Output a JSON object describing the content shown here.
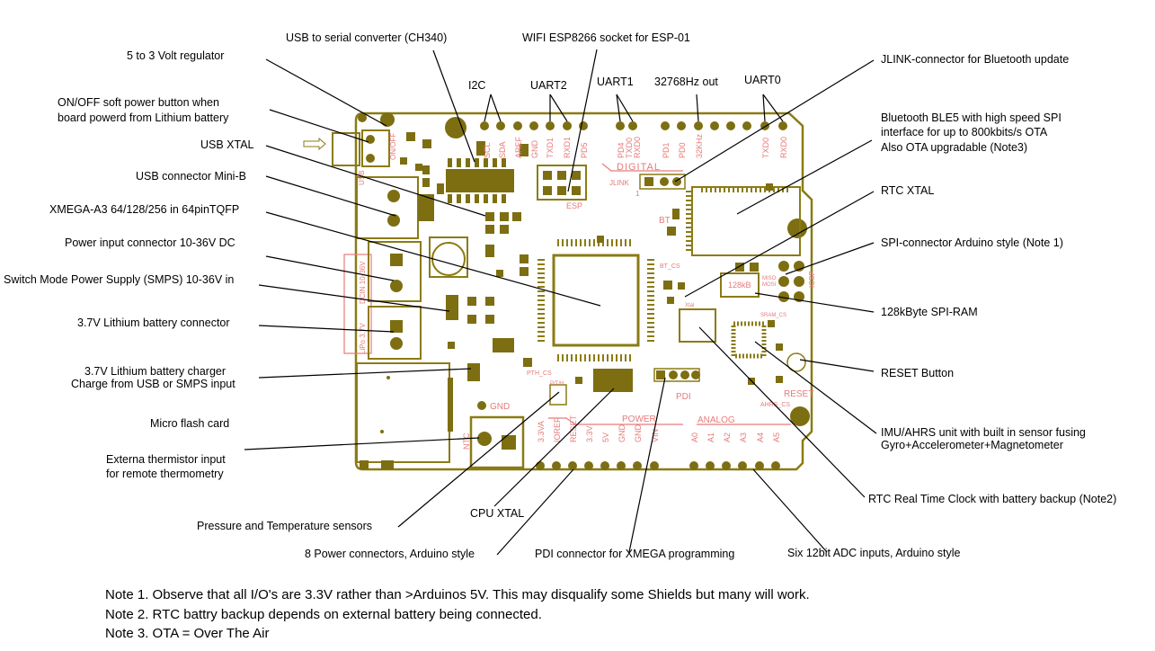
{
  "colors": {
    "copper": "#8b7b14",
    "silk": "#e87a7a",
    "pad": "#7d6e12",
    "leader": "#000000"
  },
  "left_labels": [
    "5 to 3 Volt regulator",
    "ON/OFF soft power button when",
    "board powerd from Lithium battery",
    "USB XTAL",
    "USB connector Mini-B",
    "XMEGA-A3 64/128/256 in 64pinTQFP",
    "Power input connector 10-36V DC",
    "Switch Mode Power Supply (SMPS) 10-36V in",
    "3.7V Lithium battery connector",
    "3.7V Lithium battery charger",
    "Charge from USB or SMPS input",
    "Micro flash card",
    "Externa thermistor input",
    "for remote thermometry"
  ],
  "top_labels": {
    "usb_serial": "USB to serial converter (CH340)",
    "wifi": "WIFI ESP8266 socket for ESP-01",
    "i2c": "I2C",
    "uart2": "UART2",
    "uart1": "UART1",
    "xtal32": "32768Hz out",
    "uart0": "UART0"
  },
  "right_labels": {
    "jlink": "JLINK-connector for Bluetooth update",
    "ble1": "Bluetooth BLE5 with high speed SPI",
    "ble2": "interface for up to 800kbits/s OTA",
    "ble3": "Also OTA upgradable (Note3)",
    "rtc_xtal": "RTC  XTAL",
    "spi": "SPI-connector Arduino style (Note 1)",
    "sram": "128kByte SPI-RAM",
    "reset": "RESET Button",
    "imu1": "IMU/AHRS unit with built in sensor fusing",
    "imu2": "Gyro+Accelerometer+Magnetometer",
    "rtc": "RTC Real Time Clock with battery backup (Note2)"
  },
  "bottom_labels": {
    "cpu_xtal": "CPU XTAL",
    "pressure": "Pressure and Temperature sensors",
    "power_conn": "8 Power connectors, Arduino style",
    "pdi": "PDI connector for XMEGA programming",
    "adc": "Six 12bit ADC inputs, Arduino style"
  },
  "silkscreen": {
    "top_pins": [
      "SCL",
      "SDA",
      "AREF",
      "GND",
      "TXD1",
      "RXD1",
      "PD5",
      "PD4",
      "TXD0",
      "RXD0",
      "PD1",
      "PD0",
      "32KHz",
      "TXD0",
      "RXD0"
    ],
    "digital": "DIGITAL",
    "jlink": "JLINK",
    "jlink_pin": "1",
    "esp": "ESP",
    "bt": "BT",
    "bt_cs": "BT_CS",
    "sram_chip": "128kB",
    "sram_cs": "SRAM_CS",
    "icsp": "ICSP",
    "miso": "MISO",
    "mosi": "MOSI",
    "xtal": "Xtal",
    "reset": "RESET",
    "ahrs_cs": "AHRS_CS",
    "pth_cs": "PTH_CS",
    "pth": "P/T/H",
    "pdi": "PDI",
    "power": "POWER",
    "analog": "ANALOG",
    "gnd": "GND",
    "ntc": "NTC",
    "usb": "USB",
    "onoff": "ON/OFF",
    "dcin": "DCIN 10-36V",
    "lipo": "LiPo 3.7V",
    "power_pins": [
      "3.3VA",
      "IOREF",
      "RESET",
      "3.3V",
      "5V",
      "GND",
      "GND",
      "VIN"
    ],
    "analog_pins": [
      "A0",
      "A1",
      "A2",
      "A3",
      "A4",
      "A5"
    ]
  },
  "notes": [
    "Note 1. Observe that all I/O's are 3.3V rather than >Arduinos 5V. This may disqualify some Shields but many will work.",
    "Note 2. RTC battry backup depends on external battery being connected.",
    "Note 3. OTA = Over The Air"
  ]
}
